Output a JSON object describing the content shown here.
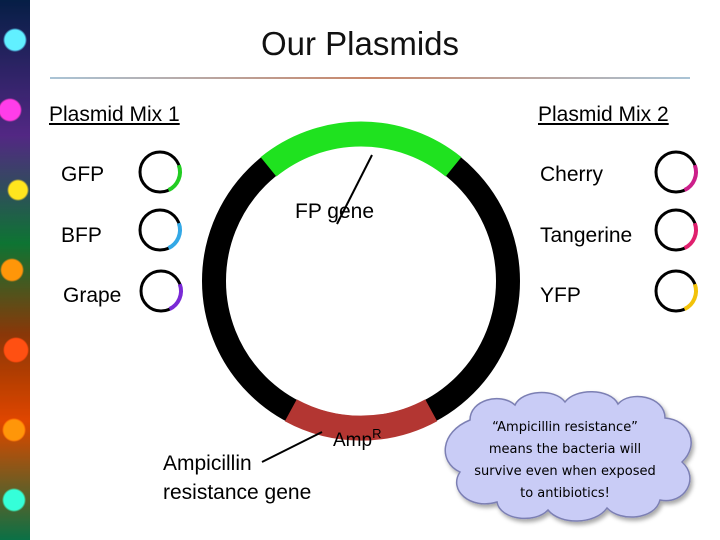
{
  "title": "Our Plasmids",
  "mix1": {
    "label": "Plasmid Mix 1",
    "items": [
      {
        "label": "GFP",
        "color": "#22cc22"
      },
      {
        "label": "BFP",
        "color": "#33a8e6"
      },
      {
        "label": "Grape",
        "color": "#7a2ad6"
      }
    ]
  },
  "mix2": {
    "label": "Plasmid Mix 2",
    "items": [
      {
        "label": "Cherry",
        "color": "#cc1f8a"
      },
      {
        "label": "Tangerine",
        "color": "#e0206e"
      },
      {
        "label": "YFP",
        "color": "#f2c20a"
      }
    ]
  },
  "plasmid": {
    "fp_gene_label": "FP gene",
    "fp_gene_color": "#1fe21f",
    "amp_label": "Amp",
    "amp_superscript": "R",
    "amp_color": "#b33632",
    "backbone_color": "#000000",
    "ampicillin_label_line1": "Ampicillin",
    "ampicillin_label_line2": "resistance gene"
  },
  "callout": {
    "text": "“Ampicillin resistance” means the bacteria will survive even when exposed to antibiotics!",
    "fill": "#c9ccf6"
  }
}
